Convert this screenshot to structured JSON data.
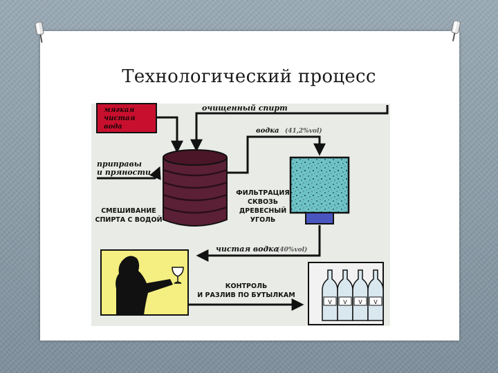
{
  "slide": {
    "title": "Технологический процесс"
  },
  "diagram": {
    "water_box_lines": [
      "мягкая",
      "чистая",
      "вода"
    ],
    "additives_lines": [
      "приправы",
      "и пряности"
    ],
    "purified_spirit": "очищенный спирт",
    "vodka_top": "водка",
    "vodka_top_pct": "(41,2%vol)",
    "mixing_lines": [
      "СМЕШИВАНИЕ",
      "СПИРТА С ВОДОЙ"
    ],
    "filtration_lines": [
      "ФИЛЬТРАЦИЯ",
      "СКВОЗЬ",
      "ДРЕВЕСНЫЙ",
      "УГОЛЬ"
    ],
    "clean_vodka": "чистая водка",
    "clean_vodka_pct": "(40%vol)",
    "control_lines": [
      "КОНТРОЛЬ",
      "И РАЗЛИВ ПО БУТЫЛКАМ"
    ],
    "bottle_label": "V"
  },
  "colors": {
    "diagram_bg": "#e9ebe6",
    "water_red": "#c8102e",
    "barrel": "#5b2035",
    "barrel_dark": "#2a0f18",
    "filter_teal": "#6ec3c7",
    "filter_base": "#4a56c0",
    "person_bg": "#f4ef80",
    "pipe": "#111111"
  }
}
